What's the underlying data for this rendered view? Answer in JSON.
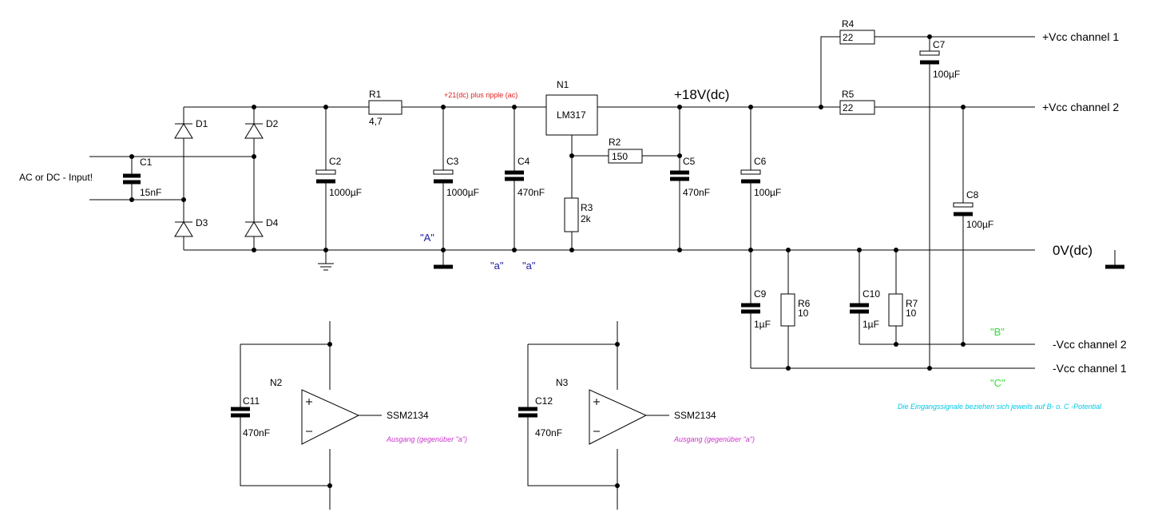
{
  "input_label": "AC or DC - Input!",
  "ripple_note": "+21(dc) plus ripple (ac)",
  "supply_label": "+18V(dc)",
  "ground_label": "0V(dc)",
  "rails": {
    "vcc1_pos": "+Vcc channel 1",
    "vcc2_pos": "+Vcc channel 2",
    "vcc2_neg": "-Vcc channel 2",
    "vcc1_neg": "-Vcc channel 1"
  },
  "points": {
    "A": "\"A\"",
    "a": "\"a\"",
    "B": "\"B\"",
    "C": "\"C\""
  },
  "reference_note": "Die Eingangssignale beziehen sich jeweils auf B- o. C -Potential",
  "components": {
    "C1": {
      "name": "C1",
      "value": "15nF"
    },
    "C2": {
      "name": "C2",
      "value": "1000µF"
    },
    "C3": {
      "name": "C3",
      "value": "1000µF"
    },
    "C4": {
      "name": "C4",
      "value": "470nF"
    },
    "C5": {
      "name": "C5",
      "value": "470nF"
    },
    "C6": {
      "name": "C6",
      "value": "100µF"
    },
    "C7": {
      "name": "C7",
      "value": "100µF"
    },
    "C8": {
      "name": "C8",
      "value": "100µF"
    },
    "C9": {
      "name": "C9",
      "value": "1µF"
    },
    "C10": {
      "name": "C10",
      "value": "1µF"
    },
    "C11": {
      "name": "C11",
      "value": "470nF"
    },
    "C12": {
      "name": "C12",
      "value": "470nF"
    },
    "R1": {
      "name": "R1",
      "value": "4,7"
    },
    "R2": {
      "name": "R2",
      "value": "150"
    },
    "R3": {
      "name": "R3",
      "value": "2k"
    },
    "R4": {
      "name": "R4",
      "value": "22"
    },
    "R5": {
      "name": "R5",
      "value": "22"
    },
    "R6": {
      "name": "R6",
      "value": "10"
    },
    "R7": {
      "name": "R7",
      "value": "10"
    },
    "D1": {
      "name": "D1"
    },
    "D2": {
      "name": "D2"
    },
    "D3": {
      "name": "D3"
    },
    "D4": {
      "name": "D4"
    },
    "N1": {
      "name": "N1",
      "value": "LM317"
    },
    "N2": {
      "name": "N2",
      "value": "SSM2134"
    },
    "N3": {
      "name": "N3",
      "value": "SSM2134"
    }
  },
  "opamp_pins": {
    "plus": "+",
    "minus": "−"
  },
  "output_note": "Ausgang (gegenüber \"a\")",
  "colors": {
    "wire": "#000000",
    "ripple_note": "#e02020",
    "test_points_blue": "#1a1aa0",
    "test_points_green": "#33dd33",
    "reference_note": "#00c8e6",
    "output_note": "#cc33cc"
  }
}
